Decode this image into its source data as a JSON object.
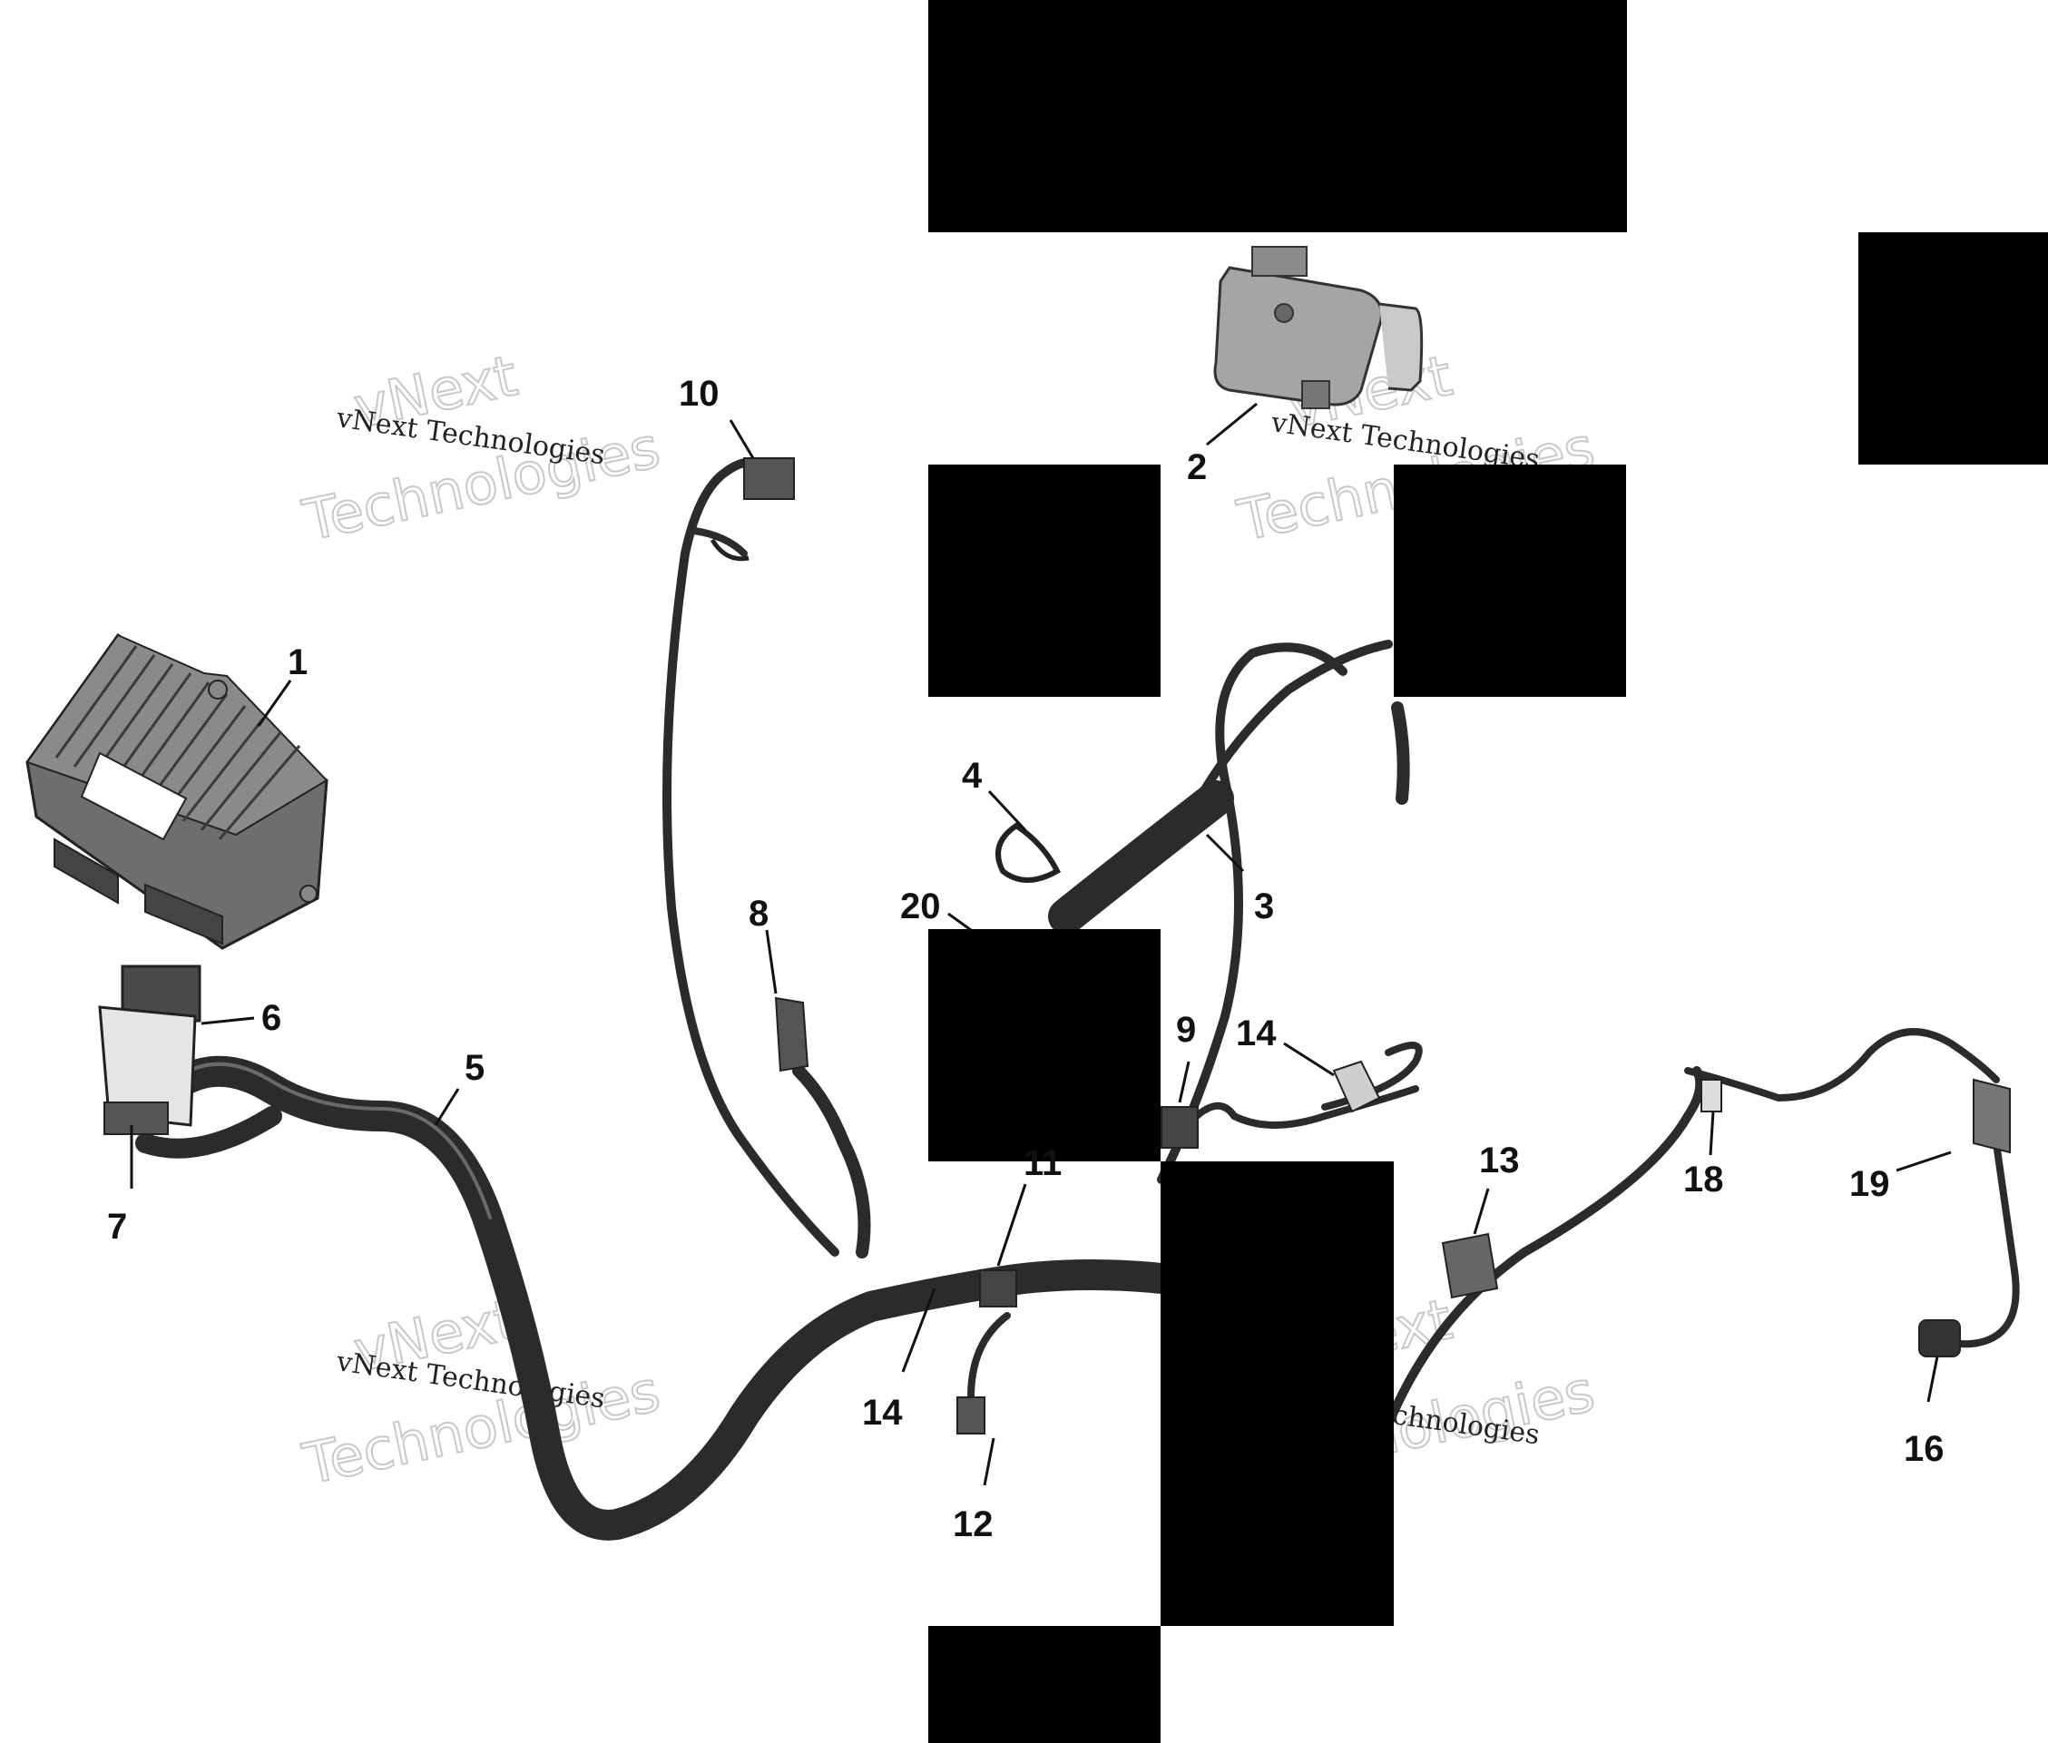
{
  "diagram": {
    "callouts": {
      "c1": "1",
      "c2": "2",
      "c3": "3",
      "c4": "4",
      "c5": "5",
      "c6": "6",
      "c7": "7",
      "c8": "8",
      "c9": "9",
      "c10": "10",
      "c11": "11",
      "c12": "12",
      "c13": "13",
      "c14a": "14",
      "c14b": "14",
      "c16": "16",
      "c18": "18",
      "c19": "19",
      "c20": "20"
    },
    "watermark": {
      "small": "vNext Technologies",
      "big_top": "vNext",
      "big_bottom": "Technologies"
    }
  }
}
